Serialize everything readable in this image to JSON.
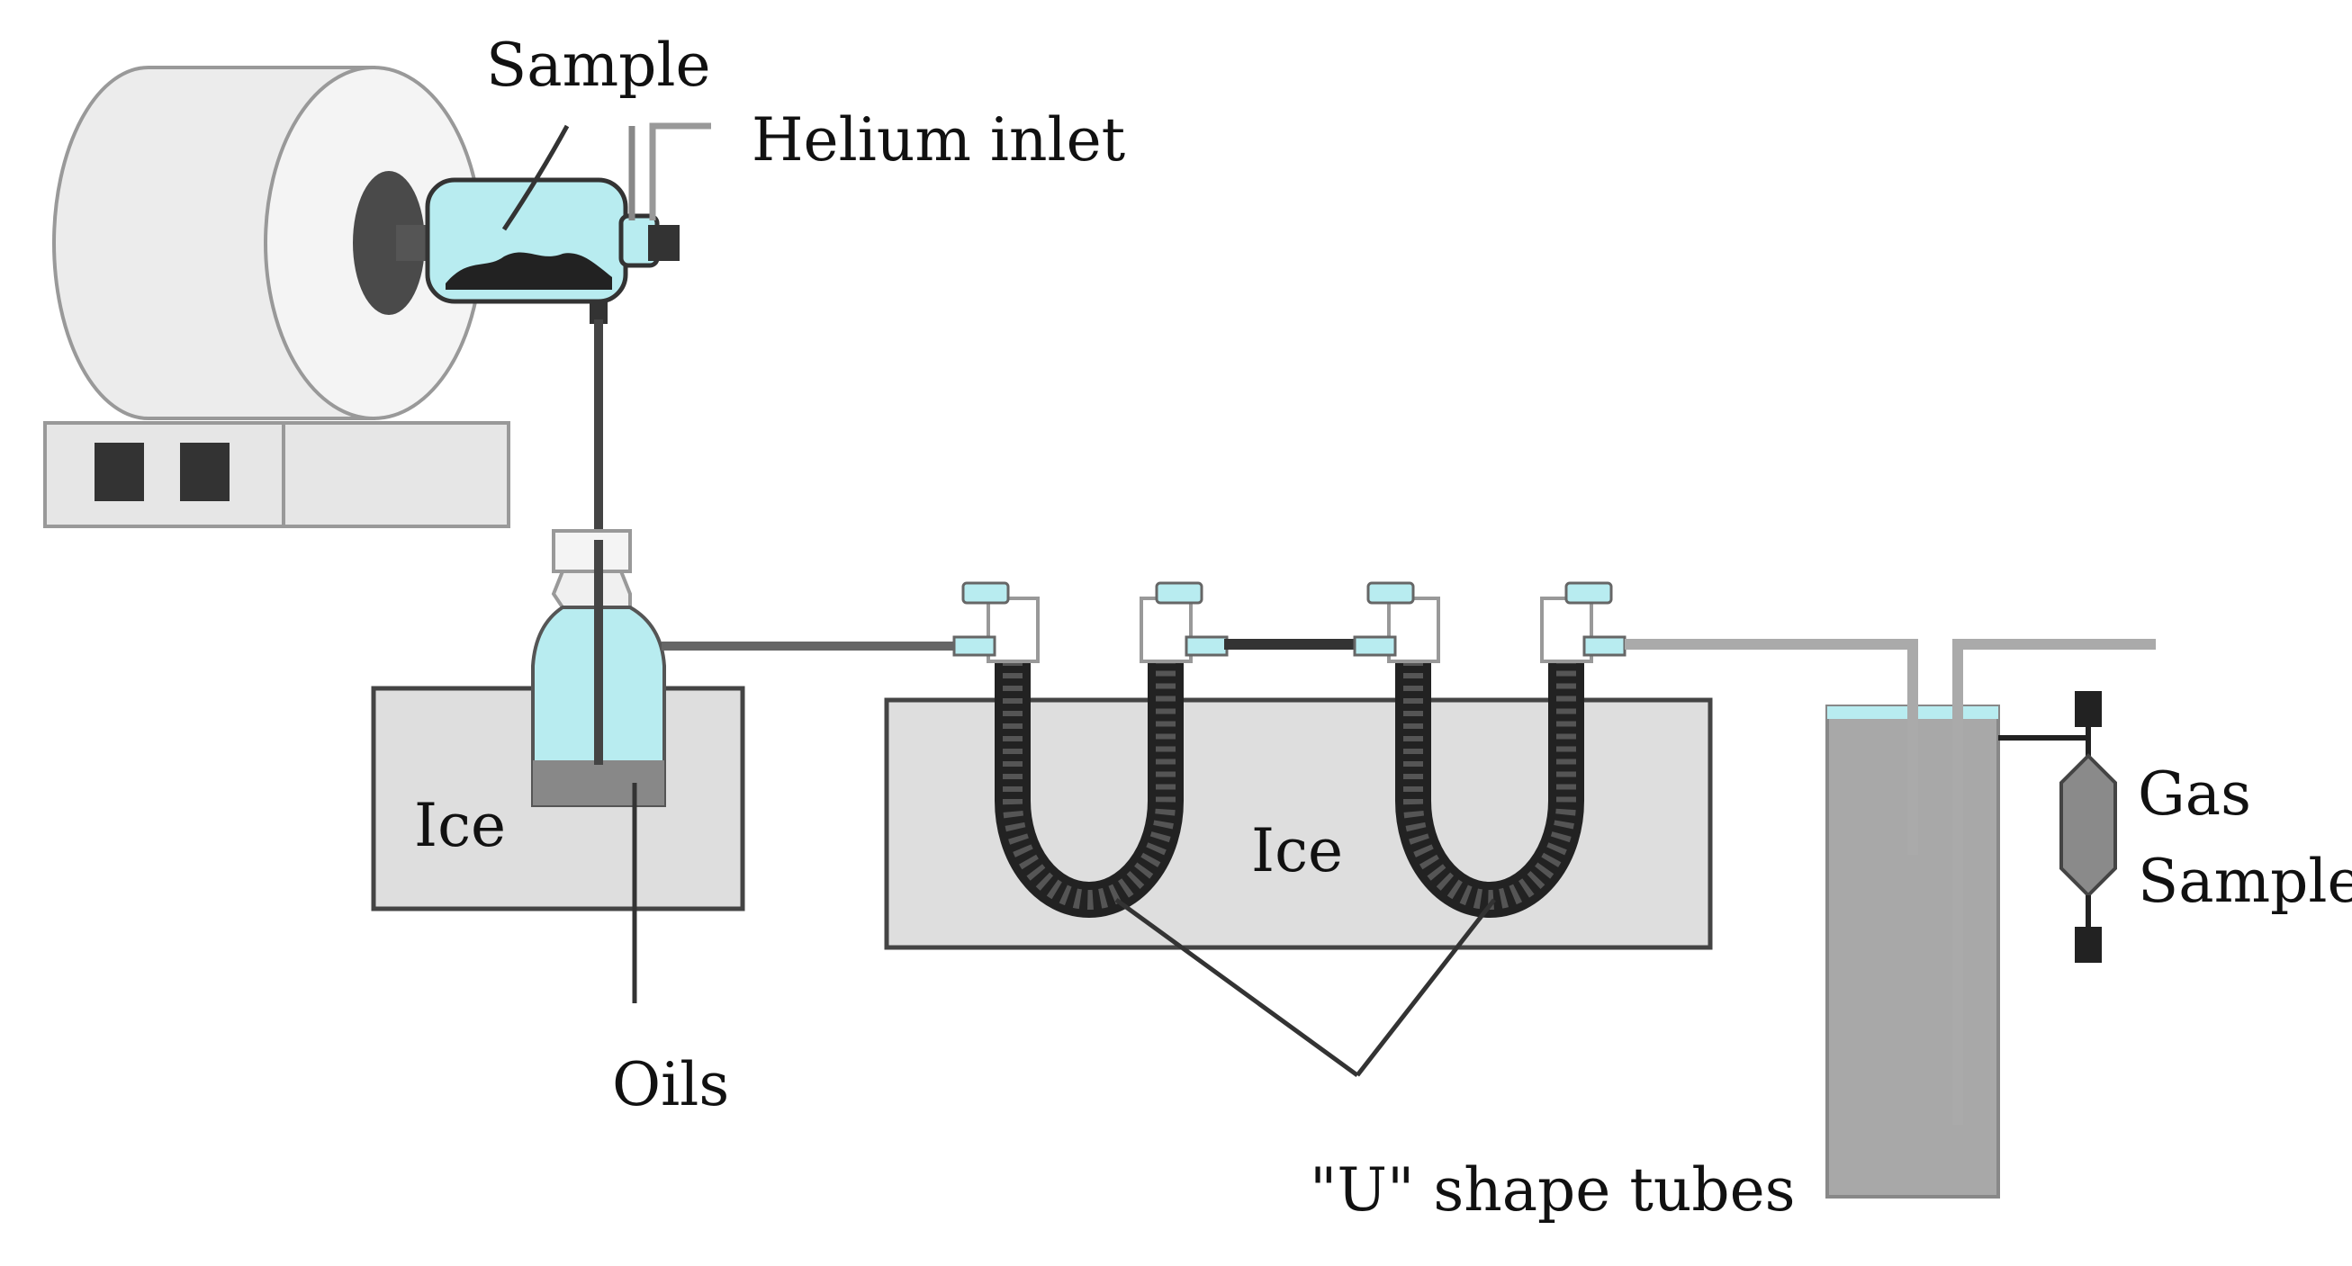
{
  "labels": {
    "sample": "Sample",
    "helium_inlet": "Helium inlet",
    "ice_left": "Ice",
    "ice_center": "Ice",
    "oils": "Oils",
    "gas": "Gas",
    "gas_sample": "Sample",
    "u_tubes": "\"U\" shape tubes"
  },
  "colors": {
    "glass_liquid": "#b8ecf0",
    "ice_bath": "#dedede",
    "furnace": "#ededed",
    "packing": "#3a3a3a",
    "outline": "#222222"
  }
}
